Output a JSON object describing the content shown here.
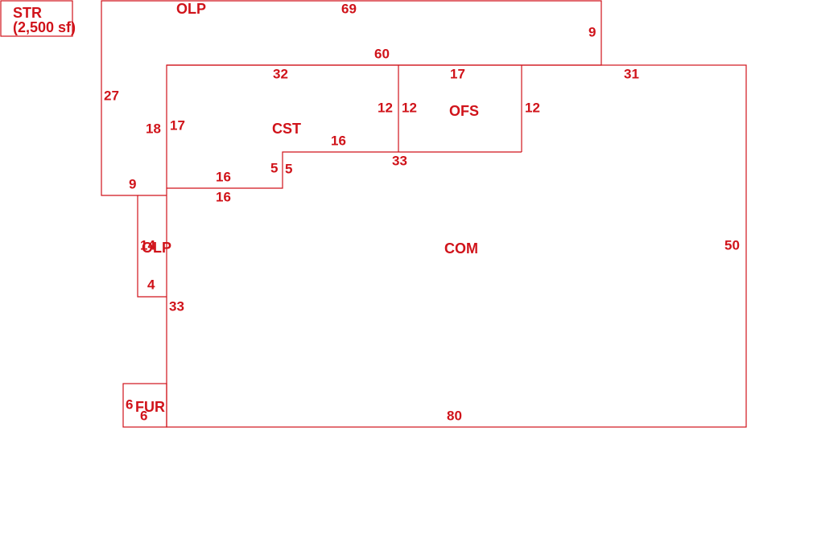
{
  "colors": {
    "stroke": "#d0131a",
    "text": "#d0131a",
    "background": "#ffffff"
  },
  "areas": {
    "str": {
      "name": "STR",
      "note": "(2,500 sf)"
    },
    "olp_top": {
      "name": "OLP"
    },
    "cst": {
      "name": "CST"
    },
    "ofs": {
      "name": "OFS"
    },
    "com": {
      "name": "COM"
    },
    "olp_left": {
      "name": "OLP"
    },
    "fur": {
      "name": "FUR"
    }
  },
  "dimensions": {
    "olp_top_width": "69",
    "olp_top_right": "9",
    "olp_top_left": "27",
    "olp_top_inner": "60",
    "olp_top_notch": "9",
    "olp_top_inner_left": "18",
    "cst_top": "32",
    "cst_left": "17",
    "cst_right": "12",
    "cst_step_top": "16",
    "cst_step_left": "5",
    "cst_bottom": "16",
    "ofs_top": "17",
    "ofs_left": "12",
    "ofs_right": "12",
    "ofs_bottom": "33",
    "com_top": "31",
    "com_right": "50",
    "com_bottom": "80",
    "com_left": "33",
    "com_step_left": "5",
    "com_step_top": "16",
    "olp_left_side": "14",
    "olp_left_bottom": "4",
    "fur_left": "6",
    "fur_bottom": "6"
  }
}
